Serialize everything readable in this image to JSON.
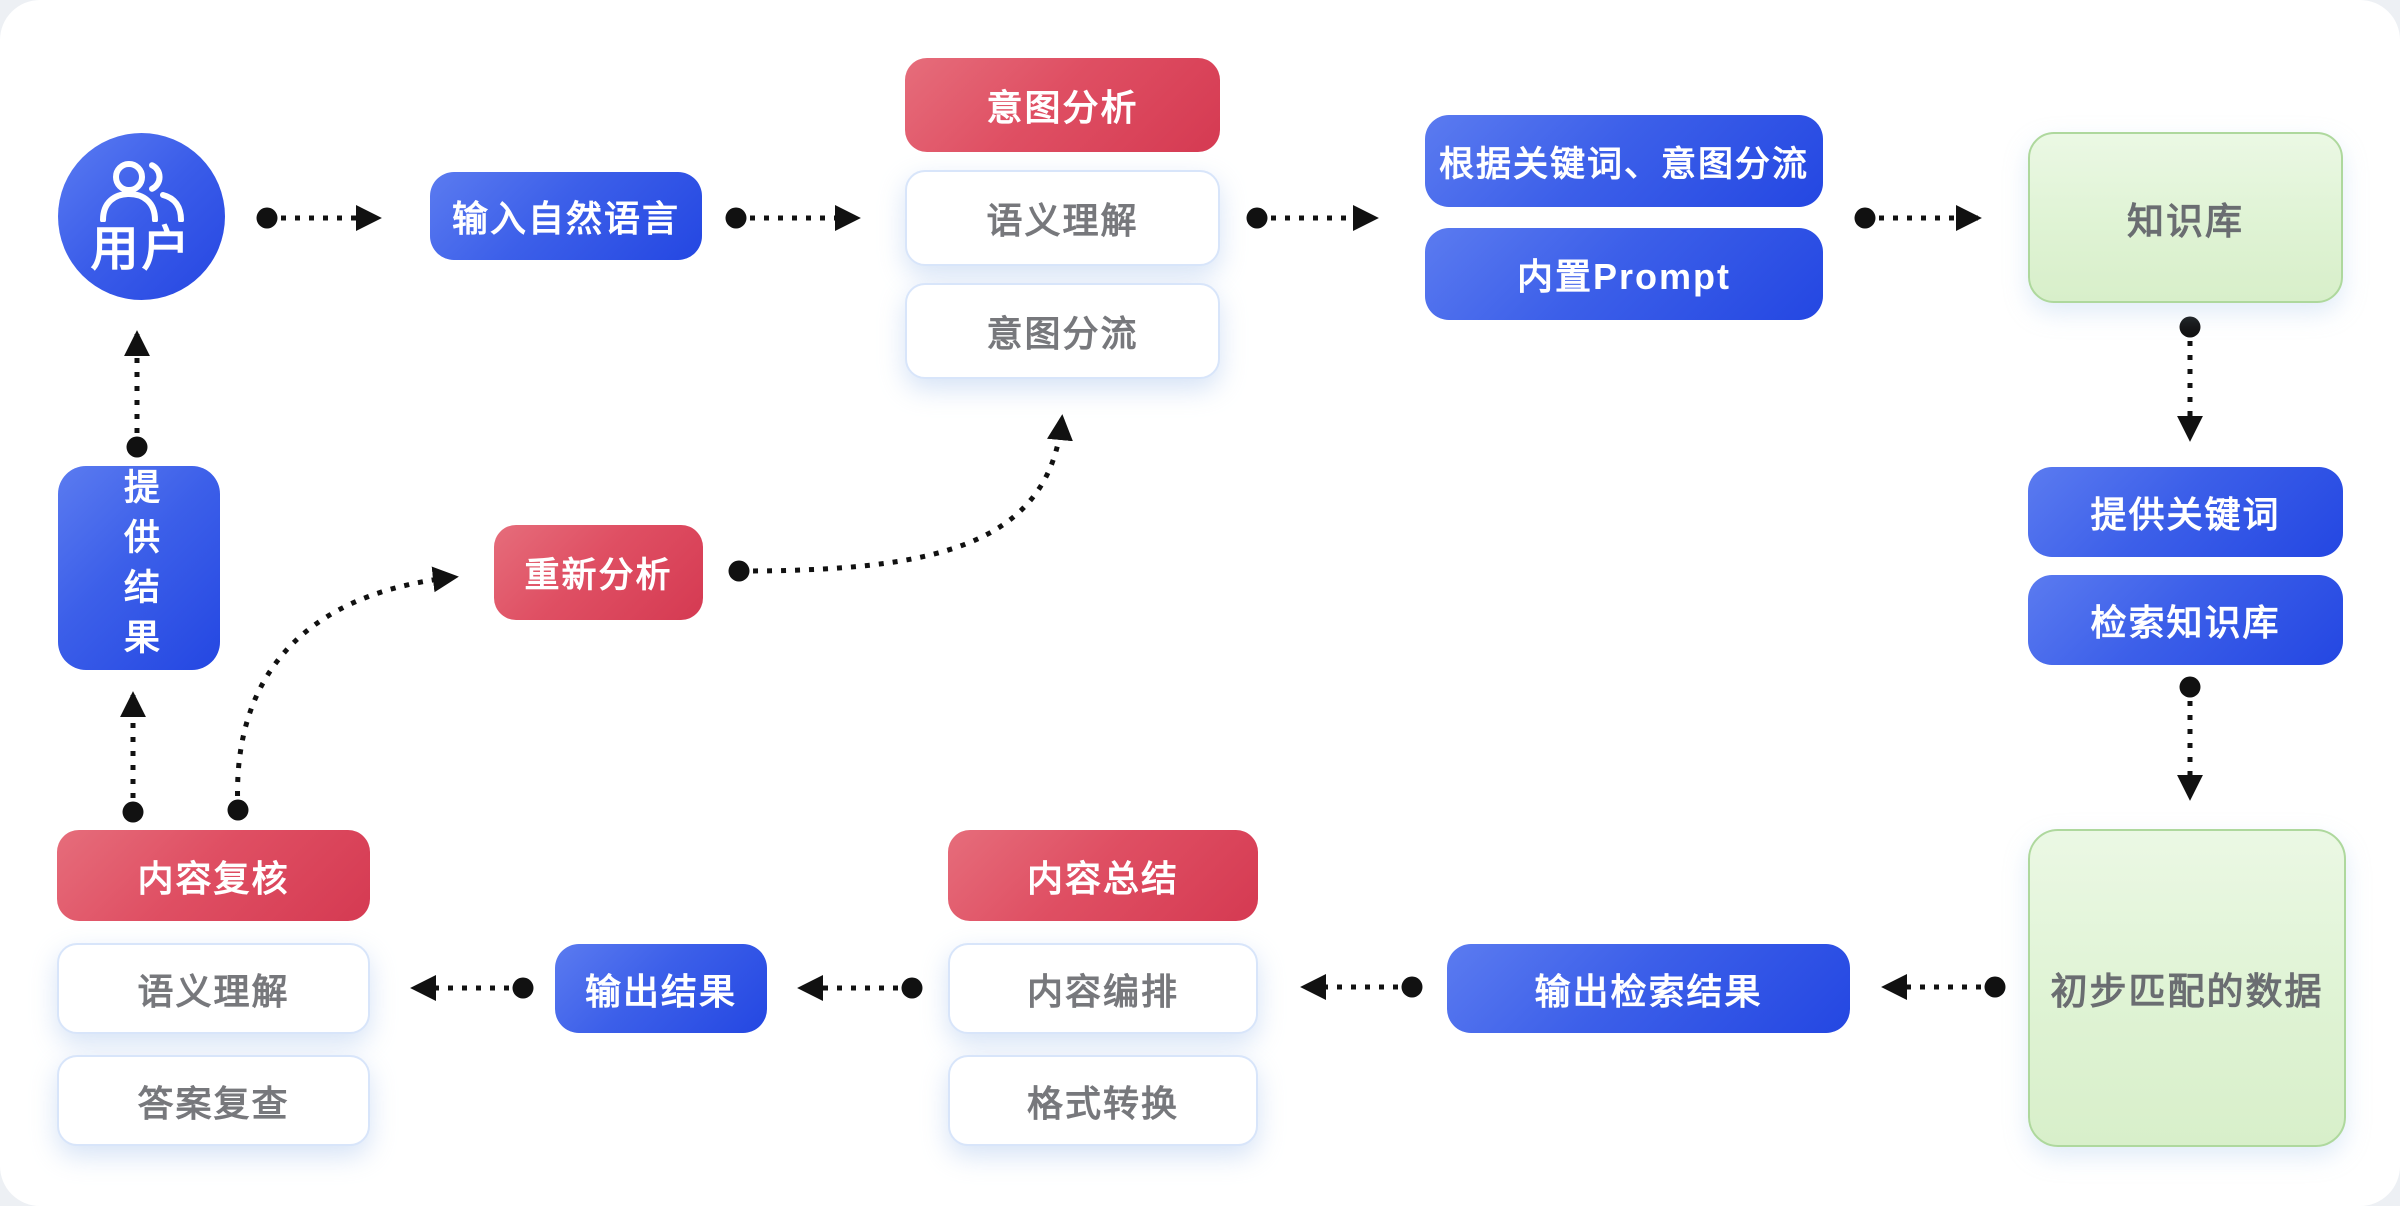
{
  "diagram_title": "RAG question-answering flow",
  "colors": {
    "blue_gradient_start": "#5b7bf0",
    "blue_gradient_end": "#2447e2",
    "red_gradient_start": "#e66d7b",
    "red_gradient_end": "#d53a52",
    "green_fill_start": "#ebf8e4",
    "green_fill_end": "#d8efca",
    "green_border": "#aed89d",
    "white_card_border": "#d8e5fa",
    "gray_text": "#77787c",
    "arrow_color": "#111111"
  },
  "nodes": {
    "user": {
      "label": "用户"
    },
    "input_natural_language": {
      "label": "输入自然语言"
    },
    "intent_analysis": {
      "title": "意图分析",
      "item1": "语义理解",
      "item2": "意图分流"
    },
    "route_by_keywords": {
      "label": "根据关键词、意图分流"
    },
    "builtin_prompt": {
      "label": "内置Prompt"
    },
    "knowledge_base": {
      "label": "知识库"
    },
    "provide_keywords": {
      "label": "提供关键词"
    },
    "search_knowledge_base": {
      "label": "检索知识库"
    },
    "matched_data": {
      "label": "初步匹配的数据"
    },
    "output_search_results": {
      "label": "输出检索结果"
    },
    "content_summary": {
      "title": "内容总结",
      "item1": "内容编排",
      "item2": "格式转换"
    },
    "output_result": {
      "label": "输出结果"
    },
    "content_review": {
      "title": "内容复核",
      "item1": "语义理解",
      "item2": "答案复查"
    },
    "provide_result": {
      "label": "提供结果"
    },
    "reanalyze": {
      "label": "重新分析"
    }
  }
}
